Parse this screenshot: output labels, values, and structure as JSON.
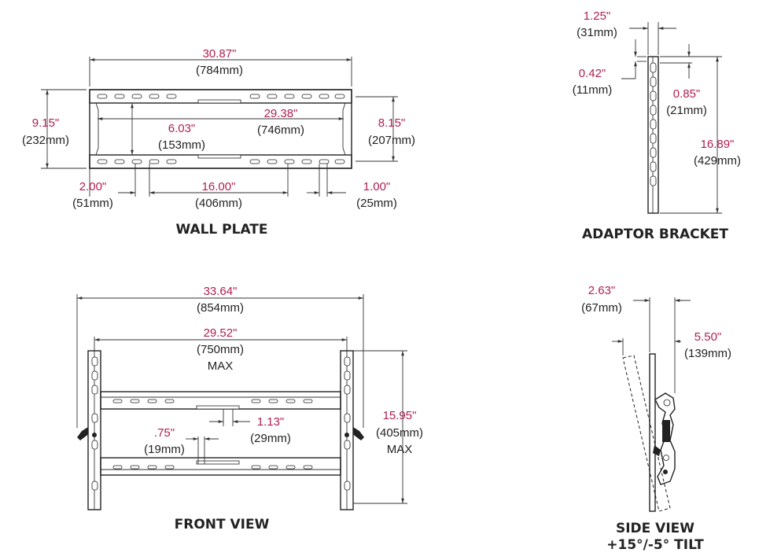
{
  "colors": {
    "value": "#b0204f",
    "metric": "#222222",
    "line": "#333333"
  },
  "wall_plate": {
    "title": "WALL PLATE",
    "width": {
      "in": "30.87\"",
      "mm": "(784mm)"
    },
    "inner_width": {
      "in": "29.38\"",
      "mm": "(746mm)"
    },
    "inner_height": {
      "in": "6.03\"",
      "mm": "(153mm)"
    },
    "height": {
      "in": "9.15\"",
      "mm": "(232mm)"
    },
    "rail_height": {
      "in": "8.15\"",
      "mm": "(207mm)"
    },
    "edge_gap": {
      "in": "2.00\"",
      "mm": "(51mm)"
    },
    "stud_span": {
      "in": "16.00\"",
      "mm": "(406mm)"
    },
    "slot": {
      "in": "1.00\"",
      "mm": "(25mm)"
    }
  },
  "adaptor_bracket": {
    "title": "ADAPTOR BRACKET",
    "width": {
      "in": "1.25\"",
      "mm": "(31mm)"
    },
    "edge": {
      "in": "0.42\"",
      "mm": "(11mm)"
    },
    "slot": {
      "in": "0.85\"",
      "mm": "(21mm)"
    },
    "height": {
      "in": "16.89\"",
      "mm": "(429mm)"
    }
  },
  "front_view": {
    "title": "FRONT VIEW",
    "overall": {
      "in": "33.64\"",
      "mm": "(854mm)"
    },
    "max_width": {
      "in": "29.52\"",
      "mm": "(750mm)",
      "note": "MAX"
    },
    "offset_a": {
      "in": ".75\"",
      "mm": "(19mm)"
    },
    "offset_b": {
      "in": "1.13\"",
      "mm": "(29mm)"
    },
    "max_height": {
      "in": "15.95\"",
      "mm": "(405mm)",
      "note": "MAX"
    }
  },
  "side_view": {
    "title": "SIDE VIEW",
    "subtitle": "+15°/-5° TILT",
    "min_depth": {
      "in": "2.63\"",
      "mm": "(67mm)"
    },
    "max_depth": {
      "in": "5.50\"",
      "mm": "(139mm)"
    }
  }
}
